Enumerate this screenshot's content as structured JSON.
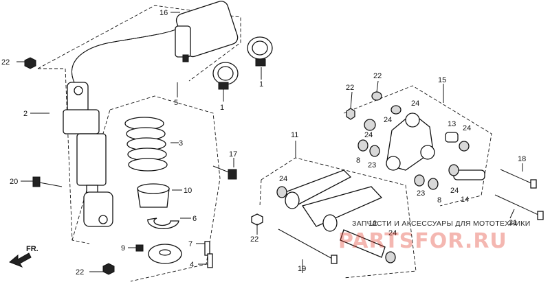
{
  "callouts": [
    {
      "id": "16",
      "text": "16"
    },
    {
      "id": "22a",
      "text": "22"
    },
    {
      "id": "2",
      "text": "2"
    },
    {
      "id": "5",
      "text": "5"
    },
    {
      "id": "1a",
      "text": "1"
    },
    {
      "id": "1b",
      "text": "1"
    },
    {
      "id": "3",
      "text": "3"
    },
    {
      "id": "17",
      "text": "17"
    },
    {
      "id": "20",
      "text": "20"
    },
    {
      "id": "10",
      "text": "10"
    },
    {
      "id": "6",
      "text": "6"
    },
    {
      "id": "9",
      "text": "9"
    },
    {
      "id": "7",
      "text": "7"
    },
    {
      "id": "4",
      "text": "4"
    },
    {
      "id": "22b",
      "text": "22"
    },
    {
      "id": "22c",
      "text": "22"
    },
    {
      "id": "22d",
      "text": "22"
    },
    {
      "id": "22e",
      "text": "22"
    },
    {
      "id": "15",
      "text": "15"
    },
    {
      "id": "24a",
      "text": "24"
    },
    {
      "id": "24b",
      "text": "24"
    },
    {
      "id": "24c",
      "text": "24"
    },
    {
      "id": "13",
      "text": "13"
    },
    {
      "id": "24d",
      "text": "24"
    },
    {
      "id": "8a",
      "text": "8"
    },
    {
      "id": "23a",
      "text": "23"
    },
    {
      "id": "18",
      "text": "18"
    },
    {
      "id": "11",
      "text": "11"
    },
    {
      "id": "24e",
      "text": "24"
    },
    {
      "id": "23b",
      "text": "23"
    },
    {
      "id": "8b",
      "text": "8"
    },
    {
      "id": "24f",
      "text": "24"
    },
    {
      "id": "14",
      "text": "14"
    },
    {
      "id": "21",
      "text": "21"
    },
    {
      "id": "12",
      "text": "12"
    },
    {
      "id": "24g",
      "text": "24"
    },
    {
      "id": "19",
      "text": "19"
    }
  ],
  "direction_label": "FR.",
  "watermark": {
    "text": "ЗАПЧАСТИ И АКСЕССУАРЫ ДЛЯ МОТОТЕХНИКИ",
    "logo": "PARTSFOR.RU"
  }
}
